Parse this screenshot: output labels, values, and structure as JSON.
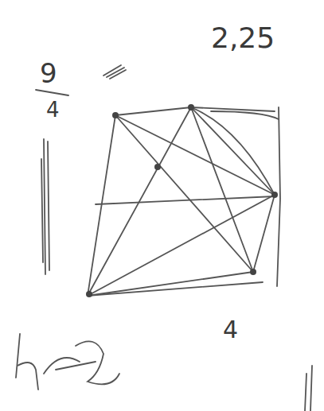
{
  "diagram": {
    "labels": [
      "9",
      "4",
      "2,25",
      "4"
    ]
  }
}
